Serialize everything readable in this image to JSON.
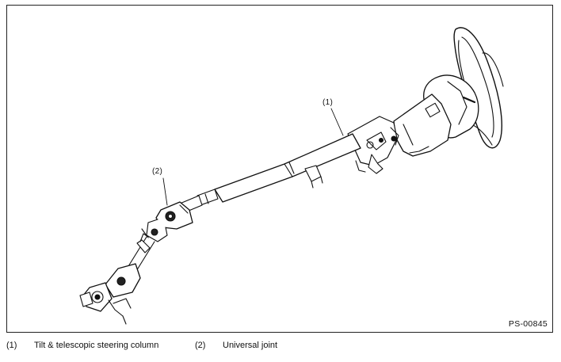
{
  "figure": {
    "callouts": [
      {
        "number": "(1)"
      },
      {
        "number": "(2)"
      }
    ],
    "figure_id": "PS-00845"
  },
  "legend": [
    {
      "number": "(1)",
      "text": "Tilt & telescopic steering column"
    },
    {
      "number": "(2)",
      "text": "Universal joint"
    }
  ]
}
